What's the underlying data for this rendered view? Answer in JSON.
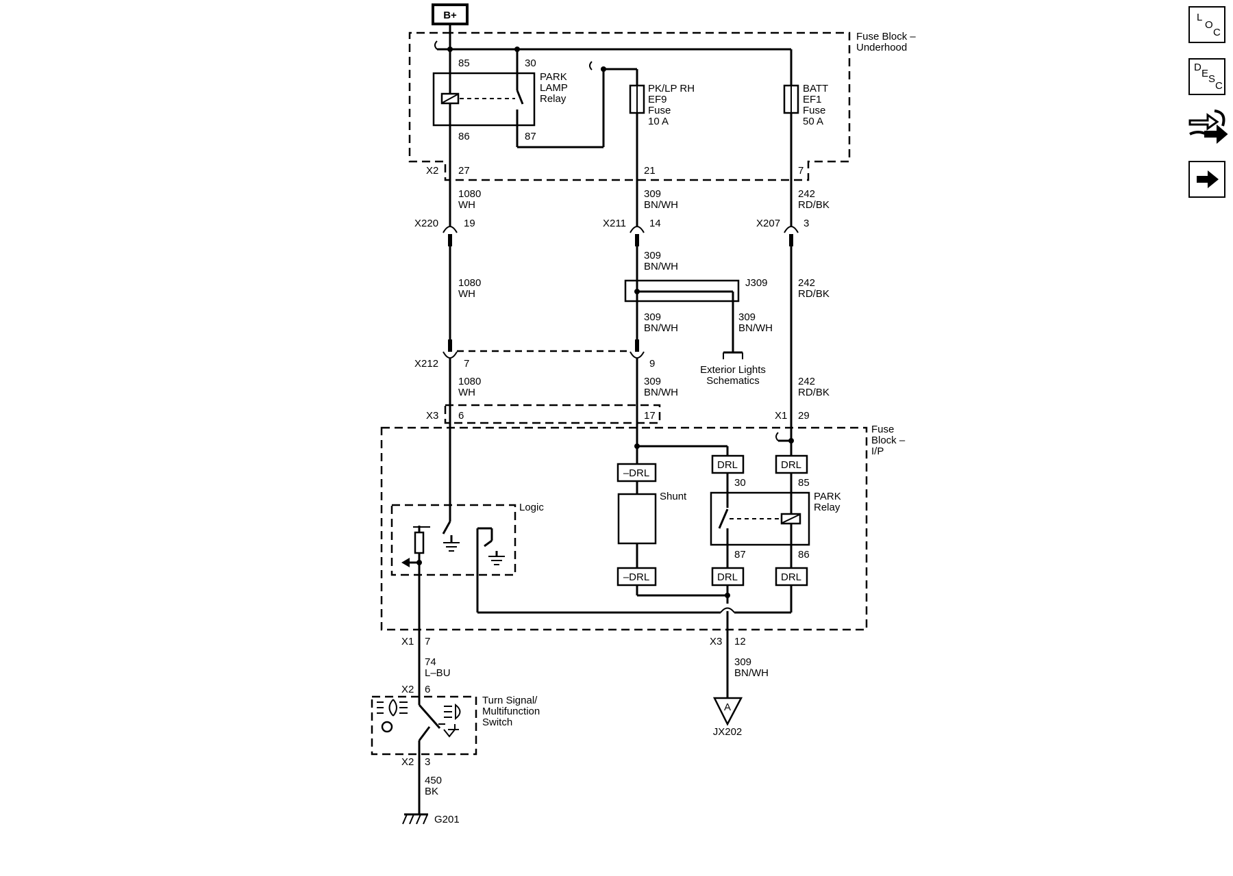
{
  "power": {
    "source": "B+"
  },
  "fuse_block_underhood": {
    "label_l1": "Fuse Block –",
    "label_l2": "Underhood"
  },
  "fuse_block_ip": {
    "label_l1": "Fuse",
    "label_l2": "Block –",
    "label_l3": "I/P"
  },
  "park_lamp_relay": {
    "l1": "PARK",
    "l2": "LAMP",
    "l3": "Relay",
    "pin_85": "85",
    "pin_30": "30",
    "pin_86": "86",
    "pin_87": "87"
  },
  "fuse_ef9": {
    "l1": "PK/LP RH",
    "l2": "EF9",
    "l3": "Fuse",
    "l4": "10 A"
  },
  "fuse_ef1": {
    "l1": "BATT",
    "l2": "EF1",
    "l3": "Fuse",
    "l4": "50 A"
  },
  "connectors": {
    "x2_top": "X2",
    "x2_pin_27": "27",
    "x2_pin_21": "21",
    "x2_pin_7": "7",
    "x220": "X220",
    "x220_pin": "19",
    "x211": "X211",
    "x211_pin": "14",
    "x207": "X207",
    "x207_pin": "3",
    "x212": "X212",
    "x212_pin_a": "7",
    "x212_pin_b": "9",
    "x3_top": "X3",
    "x3_pin_6": "6",
    "x3_pin_17": "17",
    "x1_top": "X1",
    "x1_pin_29": "29",
    "x1_bot": "X1",
    "x1_pin_7": "7",
    "x3_bot": "X3",
    "x3_pin_12": "12",
    "x2_sw_top": "X2",
    "x2_sw_pin_6": "6",
    "x2_sw_bot": "X2",
    "x2_sw_pin_3": "3"
  },
  "wires": {
    "w1080_num": "1080",
    "w1080_col": "WH",
    "w309_num": "309",
    "w309_col": "BN/WH",
    "w242_num": "242",
    "w242_col": "RD/BK",
    "w74_num": "74",
    "w74_col": "L–BU",
    "w450_num": "450",
    "w450_col": "BK"
  },
  "splice": {
    "id": "J309"
  },
  "exterior_lights": {
    "l1": "Exterior Lights",
    "l2": "Schematics"
  },
  "ip_block": {
    "drl": "DRL",
    "neg_drl": "–DRL",
    "shunt": "Shunt",
    "logic": "Logic",
    "park_relay_l1": "PARK",
    "park_relay_l2": "Relay",
    "pin_30": "30",
    "pin_85": "85",
    "pin_87": "87",
    "pin_86": "86"
  },
  "switch": {
    "l1": "Turn Signal/",
    "l2": "Multifunction",
    "l3": "Switch"
  },
  "offpage": {
    "letter": "A",
    "ref": "JX202"
  },
  "ground": {
    "id": "G201"
  },
  "nav": {
    "loc": {
      "l1": "L",
      "l2": "O",
      "l3": "C",
      "icon": "location-icon"
    },
    "desc": {
      "l1": "D",
      "l2": "E",
      "l3": "S",
      "l4": "C",
      "icon": "description-icon"
    },
    "connector_icon": "connector-end-view-icon",
    "next_icon": "arrow-right-icon"
  }
}
